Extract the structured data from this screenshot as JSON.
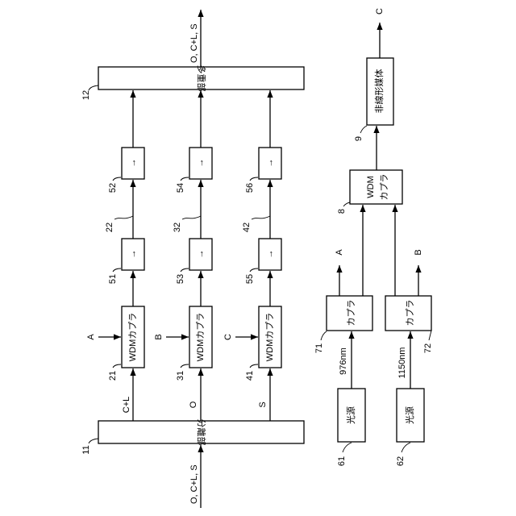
{
  "blocks": {
    "separator": "分離部",
    "multiplexer": "多重部",
    "nonlinear_medium": "非線形媒体",
    "wdm_coupler": "WDMカプラ",
    "wdm_coupler_2": [
      "WDM",
      "カプラ"
    ],
    "coupler": "カプラ",
    "light_source": "光源",
    "isolator": "→"
  },
  "signals": {
    "input": "O, C+L, S",
    "output": "O, C+L, S",
    "c_l": "C+L",
    "o": "O",
    "s": "S",
    "a": "A",
    "b": "B",
    "c": "C",
    "wl_976": "976nm",
    "wl_1150": "1150nm"
  },
  "refs": {
    "r11": "11",
    "r12": "12",
    "r21": "21",
    "r22": "22",
    "r31": "31",
    "r32": "32",
    "r41": "41",
    "r42": "42",
    "r51": "51",
    "r52": "52",
    "r53": "53",
    "r54": "54",
    "r55": "55",
    "r56": "56",
    "r61": "61",
    "r62": "62",
    "r71": "71",
    "r72": "72",
    "r8": "8",
    "r9": "9"
  }
}
